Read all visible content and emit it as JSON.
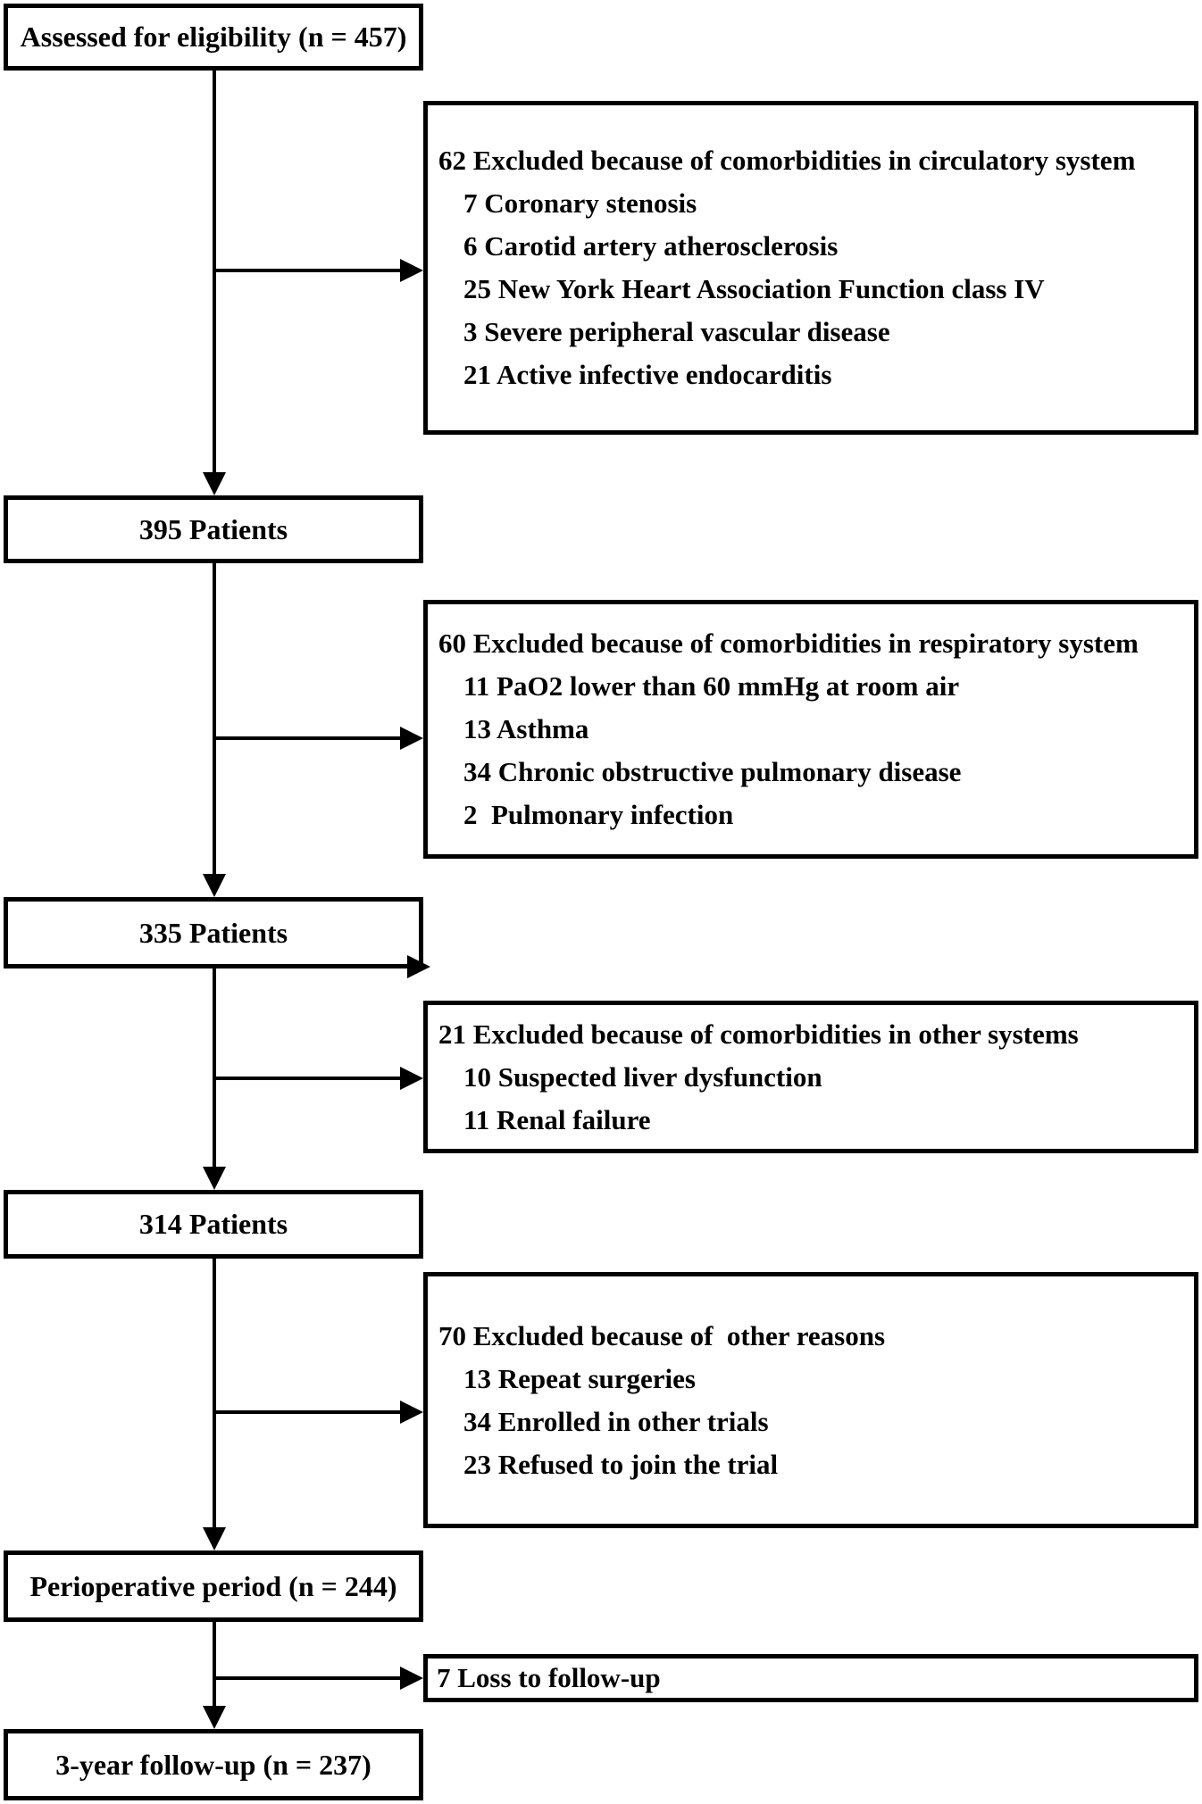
{
  "figure": {
    "type": "patient-flow-diagram",
    "colors": {
      "ink": "#000000",
      "background": "#ffffff"
    }
  },
  "flow": [
    {
      "label": "Assessed for eligibility (n = 457)"
    },
    {
      "label": "395 Patients"
    },
    {
      "label": "335 Patients"
    },
    {
      "label": "314 Patients"
    },
    {
      "label": "Perioperative period (n = 244)"
    },
    {
      "label": "3-year follow-up (n = 237)"
    }
  ],
  "exclusions": [
    {
      "title": "62 Excluded because of comorbidities in circulatory system",
      "items": [
        "7 Coronary stenosis",
        "6 Carotid artery atherosclerosis",
        "25 New York Heart Association Function class IV",
        "3 Severe peripheral vascular disease",
        "21 Active infective endocarditis"
      ]
    },
    {
      "title": "60 Excluded because of comorbidities in respiratory system",
      "items": [
        "11 PaO2 lower than 60 mmHg at room air",
        "13 Asthma",
        "34 Chronic obstructive pulmonary disease",
        "2  Pulmonary infection"
      ]
    },
    {
      "title": "21 Excluded because of comorbidities in other systems",
      "items": [
        "10 Suspected liver dysfunction",
        "11 Renal failure"
      ]
    },
    {
      "title": "70 Excluded because of  other reasons",
      "items": [
        "13 Repeat surgeries",
        "34 Enrolled in other trials",
        "23 Refused to join the trial"
      ]
    },
    {
      "title": "7 Loss to follow-up",
      "items": []
    }
  ]
}
